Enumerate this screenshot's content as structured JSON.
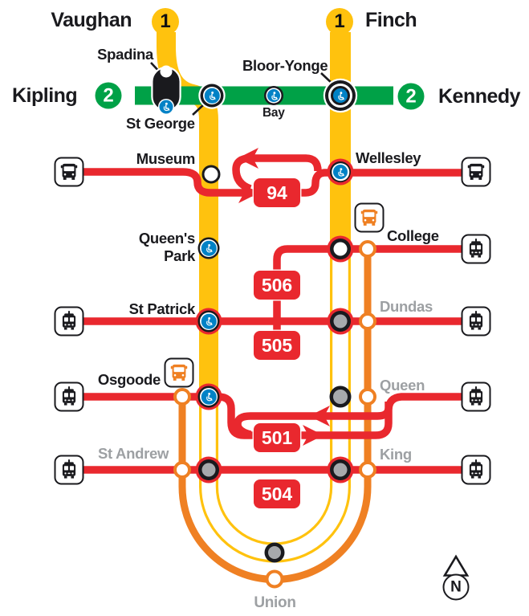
{
  "labels": {
    "vaughan": "Vaughan",
    "finch": "Finch",
    "kipling": "Kipling",
    "kennedy": "Kennedy",
    "spadina": "Spadina",
    "bloor_yonge": "Bloor-Yonge",
    "st_george": "St George",
    "bay": "Bay",
    "museum": "Museum",
    "wellesley": "Wellesley",
    "queens_park_line1": "Queen's",
    "queens_park_line2": "Park",
    "college": "College",
    "st_patrick": "St Patrick",
    "dundas": "Dundas",
    "osgoode": "Osgoode",
    "queen": "Queen",
    "st_andrew": "St Andrew",
    "king": "King",
    "union": "Union"
  },
  "line_badges": {
    "line1": "1",
    "line2": "2"
  },
  "route_badges": {
    "r94": "94",
    "r506": "506",
    "r505": "505",
    "r501": "501",
    "r504": "504"
  },
  "compass": {
    "north": "N"
  },
  "colors": {
    "yellow": "#FFC20E",
    "green": "#00A147",
    "red": "#E9282E",
    "orange": "#EF8023",
    "blue": "#0082C6",
    "gray": "#A7A9AC",
    "lgray": "#9DA0A3",
    "black": "#1A1A1E"
  }
}
